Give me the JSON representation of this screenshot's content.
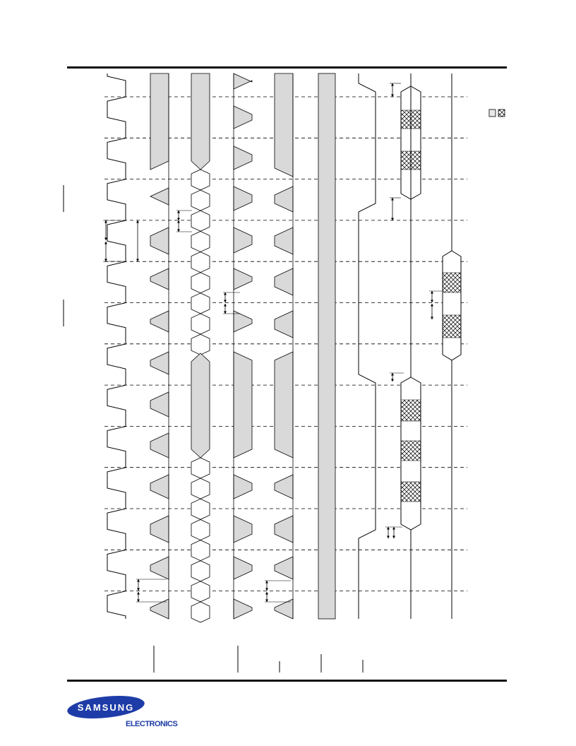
{
  "brand": {
    "logo_text": "SAMSUNG",
    "subtitle": "ELECTRONICS",
    "logo_color": "#1e3ca8"
  },
  "diagram": {
    "kind": "timing-diagram",
    "signal_fill": "#d9d9d9",
    "line_color": "#000000",
    "legend_icons": [
      "blank-cell-icon",
      "dont-care-cell-icon"
    ]
  }
}
